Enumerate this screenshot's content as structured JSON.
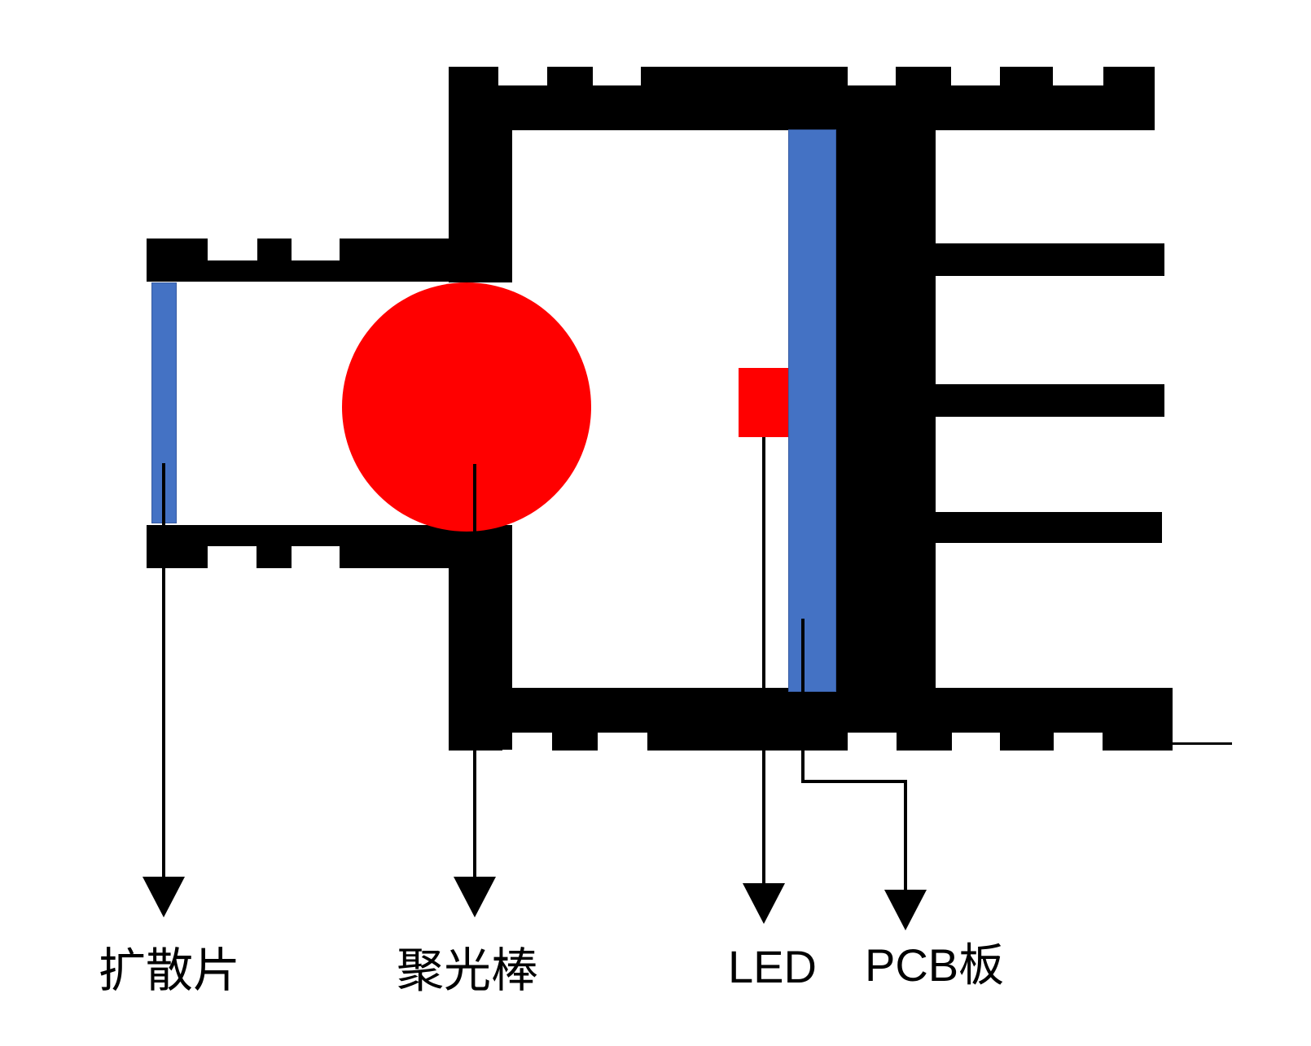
{
  "figure": {
    "type": "cross-section-diagram",
    "background": "#FFFFFF",
    "colors": {
      "housing": "#000000",
      "board_blue": "#4472C4",
      "optic_red": "#FF0000",
      "leader_line": "#000000",
      "label_text": "#000000"
    },
    "labels": {
      "diffuser": "扩散片",
      "condenser_rod": "聚光棒",
      "led": "LED",
      "pcb_board": "PCB板"
    }
  }
}
